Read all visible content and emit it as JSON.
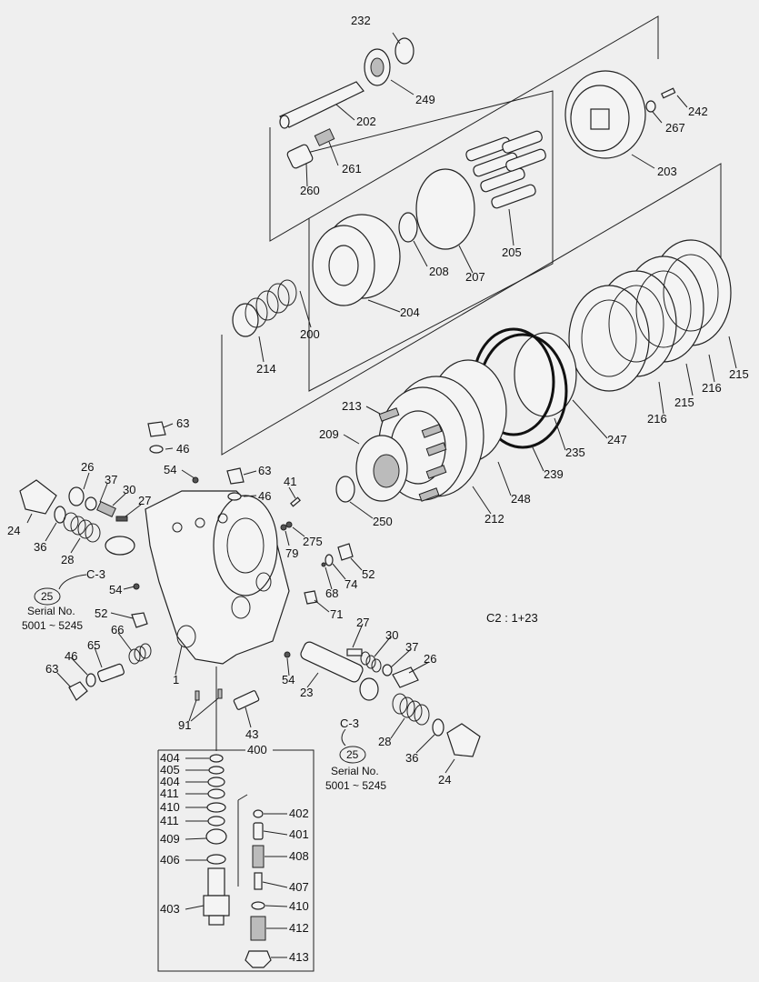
{
  "labels": [
    "232",
    "249",
    "202",
    "261",
    "260",
    "242",
    "267",
    "203",
    "208",
    "207",
    "205",
    "204",
    "200",
    "214",
    "215",
    "216",
    "215",
    "216",
    "213",
    "209",
    "247",
    "235",
    "239",
    "248",
    "212",
    "250",
    "63",
    "46",
    "54",
    "63",
    "46",
    "41",
    "26",
    "37",
    "30",
    "27",
    "24",
    "36",
    "28",
    "79",
    "275",
    "52",
    "74",
    "68",
    "71",
    "C-3",
    "25",
    "Serial No.",
    "5001 ~ 5245",
    "52",
    "54",
    "66",
    "65",
    "46",
    "63",
    "1",
    "27",
    "30",
    "37",
    "26",
    "54",
    "23",
    "91",
    "43",
    "C-3",
    "25",
    "28",
    "36",
    "24",
    "Serial No.",
    "5001 ~ 5245",
    "400",
    "404",
    "405",
    "404",
    "411",
    "410",
    "411",
    "409",
    "406",
    "403",
    "402",
    "401",
    "408",
    "407",
    "410",
    "412",
    "413"
  ],
  "note": "C2 : 1+23"
}
